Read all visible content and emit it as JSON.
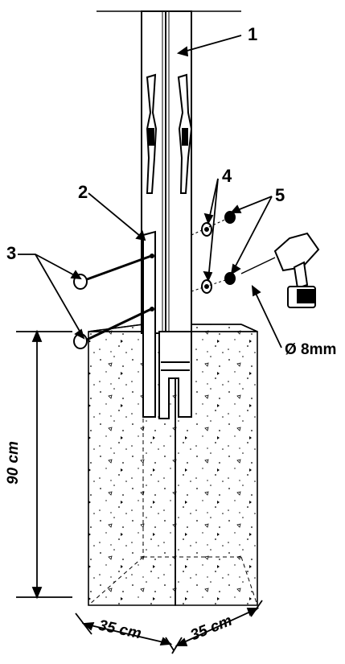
{
  "callouts": {
    "post": "1",
    "bracket": "2",
    "anchor_bolts": "3",
    "washers": "4",
    "nuts": "5"
  },
  "dimensions": {
    "drill_diameter": "Ø 8mm",
    "depth": "90 cm",
    "width_left": "35 cm",
    "width_right": "35 cm"
  }
}
